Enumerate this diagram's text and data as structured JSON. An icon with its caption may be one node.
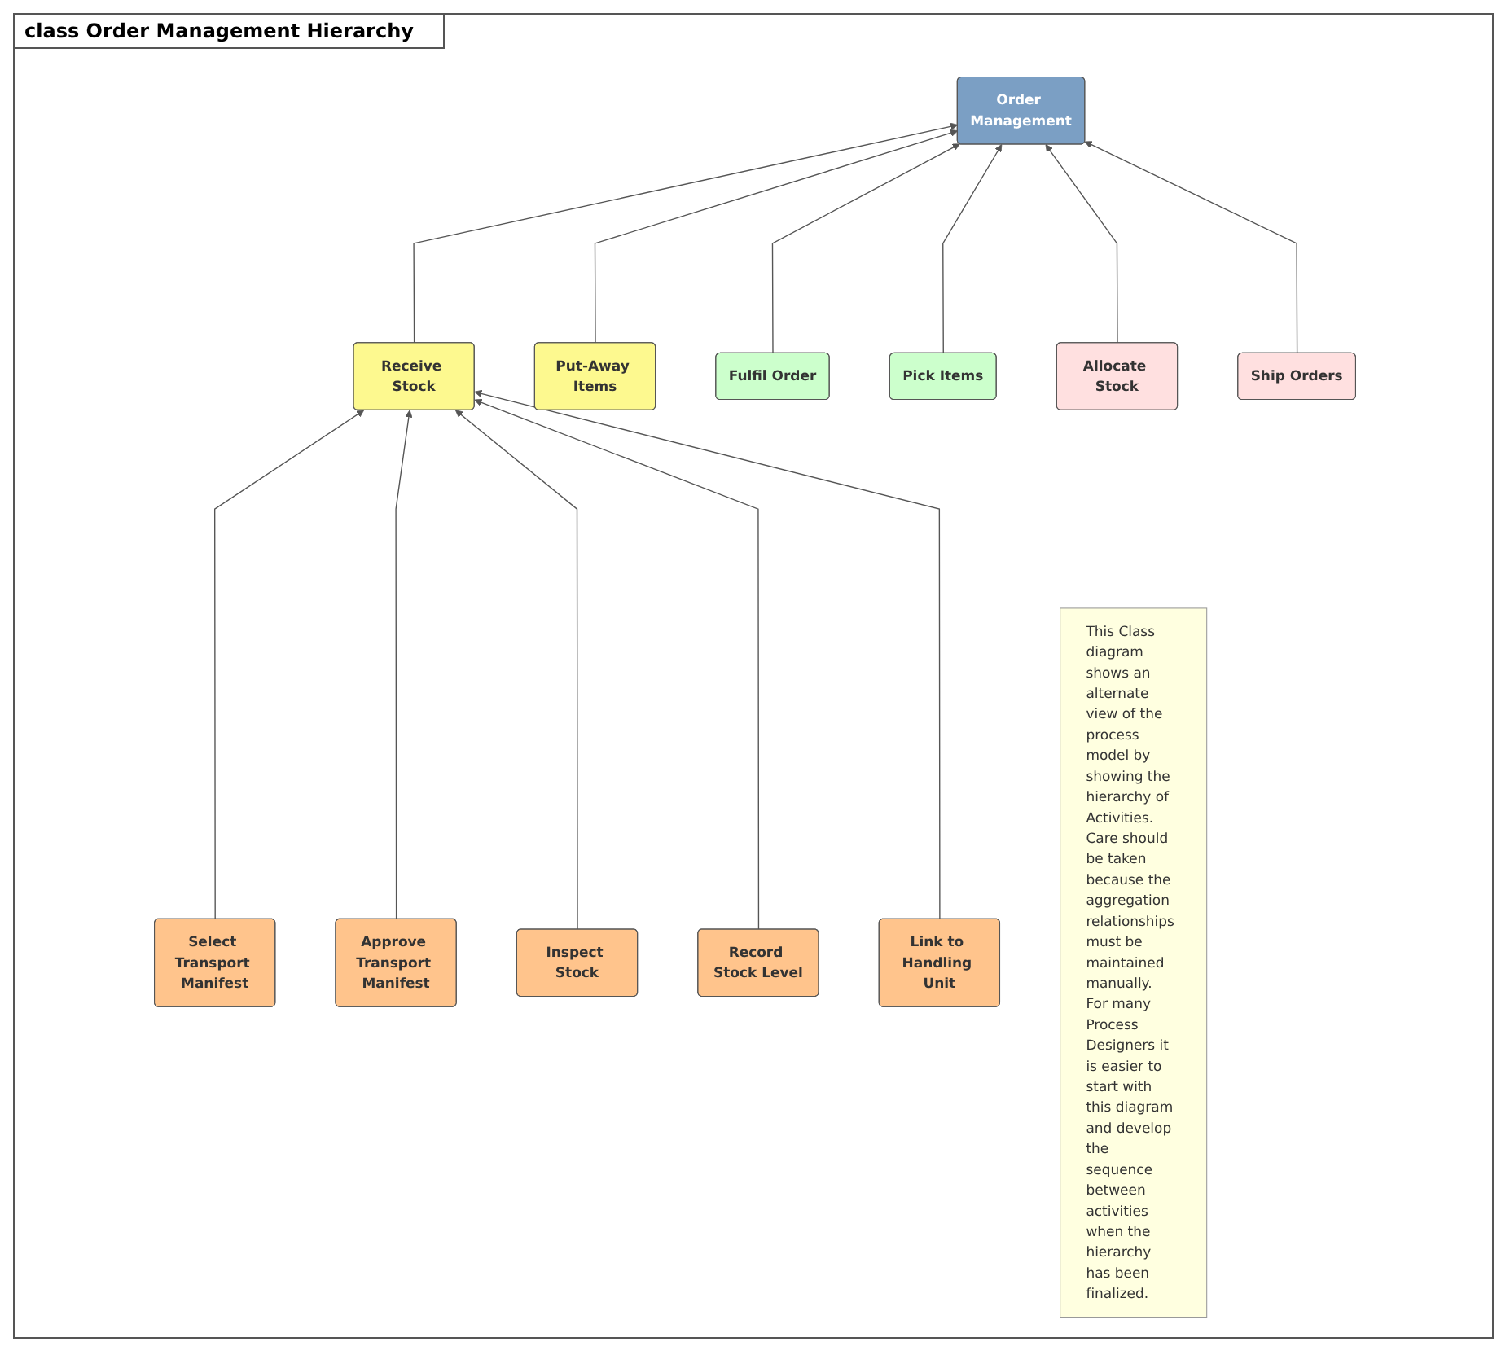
{
  "diagram": {
    "title": "class Order Management Hierarchy",
    "nodes": [
      {
        "text": [
          "Order Management"
        ]
      },
      {
        "text": [
          "Receive Stock"
        ]
      },
      {
        "text": [
          "Put-Away Items"
        ]
      },
      {
        "text": [
          "Fulfil Order"
        ]
      },
      {
        "text": [
          "Pick Items"
        ]
      },
      {
        "text": [
          "Allocate Stock"
        ]
      },
      {
        "text": [
          "Ship Orders"
        ]
      },
      {
        "text": [
          "Select Transport Manifest"
        ]
      },
      {
        "text": [
          "Approve Transport Manifest"
        ]
      },
      {
        "text": [
          "Inspect Stock"
        ]
      },
      {
        "text": [
          "Record Stock Level"
        ]
      },
      {
        "text": [
          "Link to Handling Unit"
        ]
      },
      {
        "text": [
          "This Class diagram shows an alternate view of the process model by showing the hierarchy of Activities. Care should be taken because the aggregation relationships must be maintained manually. For many Process Designers it is easier to start with this diagram and develop the sequence between activities when the hierarchy has been finalized."
        ]
      }
    ],
    "edges": [
      {
        "from": 1,
        "to": 0,
        "arrow": "to"
      },
      {
        "from": 2,
        "to": 0,
        "arrow": "to"
      },
      {
        "from": 3,
        "to": 0,
        "arrow": "to"
      },
      {
        "from": 4,
        "to": 0,
        "arrow": "to"
      },
      {
        "from": 5,
        "to": 0,
        "arrow": "to"
      },
      {
        "from": 6,
        "to": 0,
        "arrow": "to"
      },
      {
        "from": 7,
        "to": 1,
        "arrow": "to"
      },
      {
        "from": 8,
        "to": 1,
        "arrow": "to"
      },
      {
        "from": 9,
        "to": 1,
        "arrow": "to"
      },
      {
        "from": 10,
        "to": 1,
        "arrow": "to"
      },
      {
        "from": 11,
        "to": 1,
        "arrow": "to"
      }
    ]
  }
}
